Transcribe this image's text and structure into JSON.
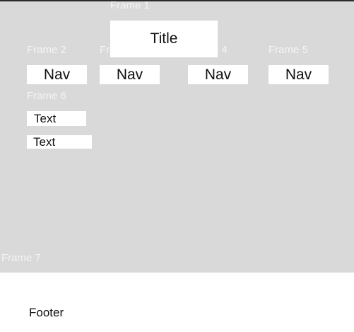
{
  "frames": {
    "frame1": "Frame 1",
    "frame2": "Frame 2",
    "frame3": "Frame 3",
    "frame4": "Frame 4",
    "frame5": "Frame 5",
    "frame6": "Frame 6",
    "frame7": "Frame 7"
  },
  "header": {
    "title": "Title"
  },
  "nav": {
    "items": [
      "Nav",
      "Nav",
      "Nav",
      "Nav"
    ]
  },
  "content": {
    "texts": [
      "Text",
      "Text"
    ]
  },
  "footer": {
    "label": "Footer"
  },
  "colors": {
    "canvas": "#d9d9d9",
    "frame_label": "#f4f4f4",
    "box": "#ffffff",
    "text": "#111111"
  }
}
